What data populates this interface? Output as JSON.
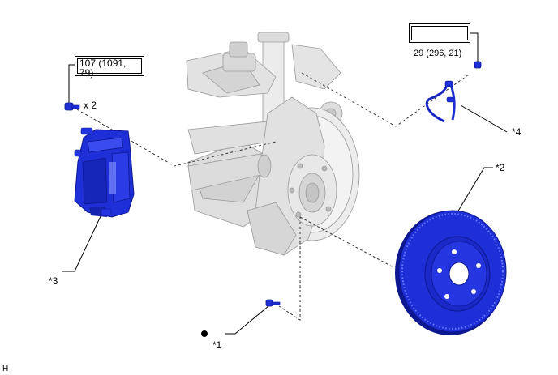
{
  "torque_front_left": "107 (1091, 79)",
  "torque_right": "29 (296, 21)",
  "quantity_front_left": "x 2",
  "callouts": {
    "c1": "*1",
    "c2": "*2",
    "c3": "*3",
    "c4": "*4"
  },
  "corner_letter": "H",
  "colors": {
    "part_blue": "#1f2fd8",
    "part_blue_dark": "#0d1790",
    "line": "#000000",
    "ghost_part": "#d8d8d8"
  }
}
